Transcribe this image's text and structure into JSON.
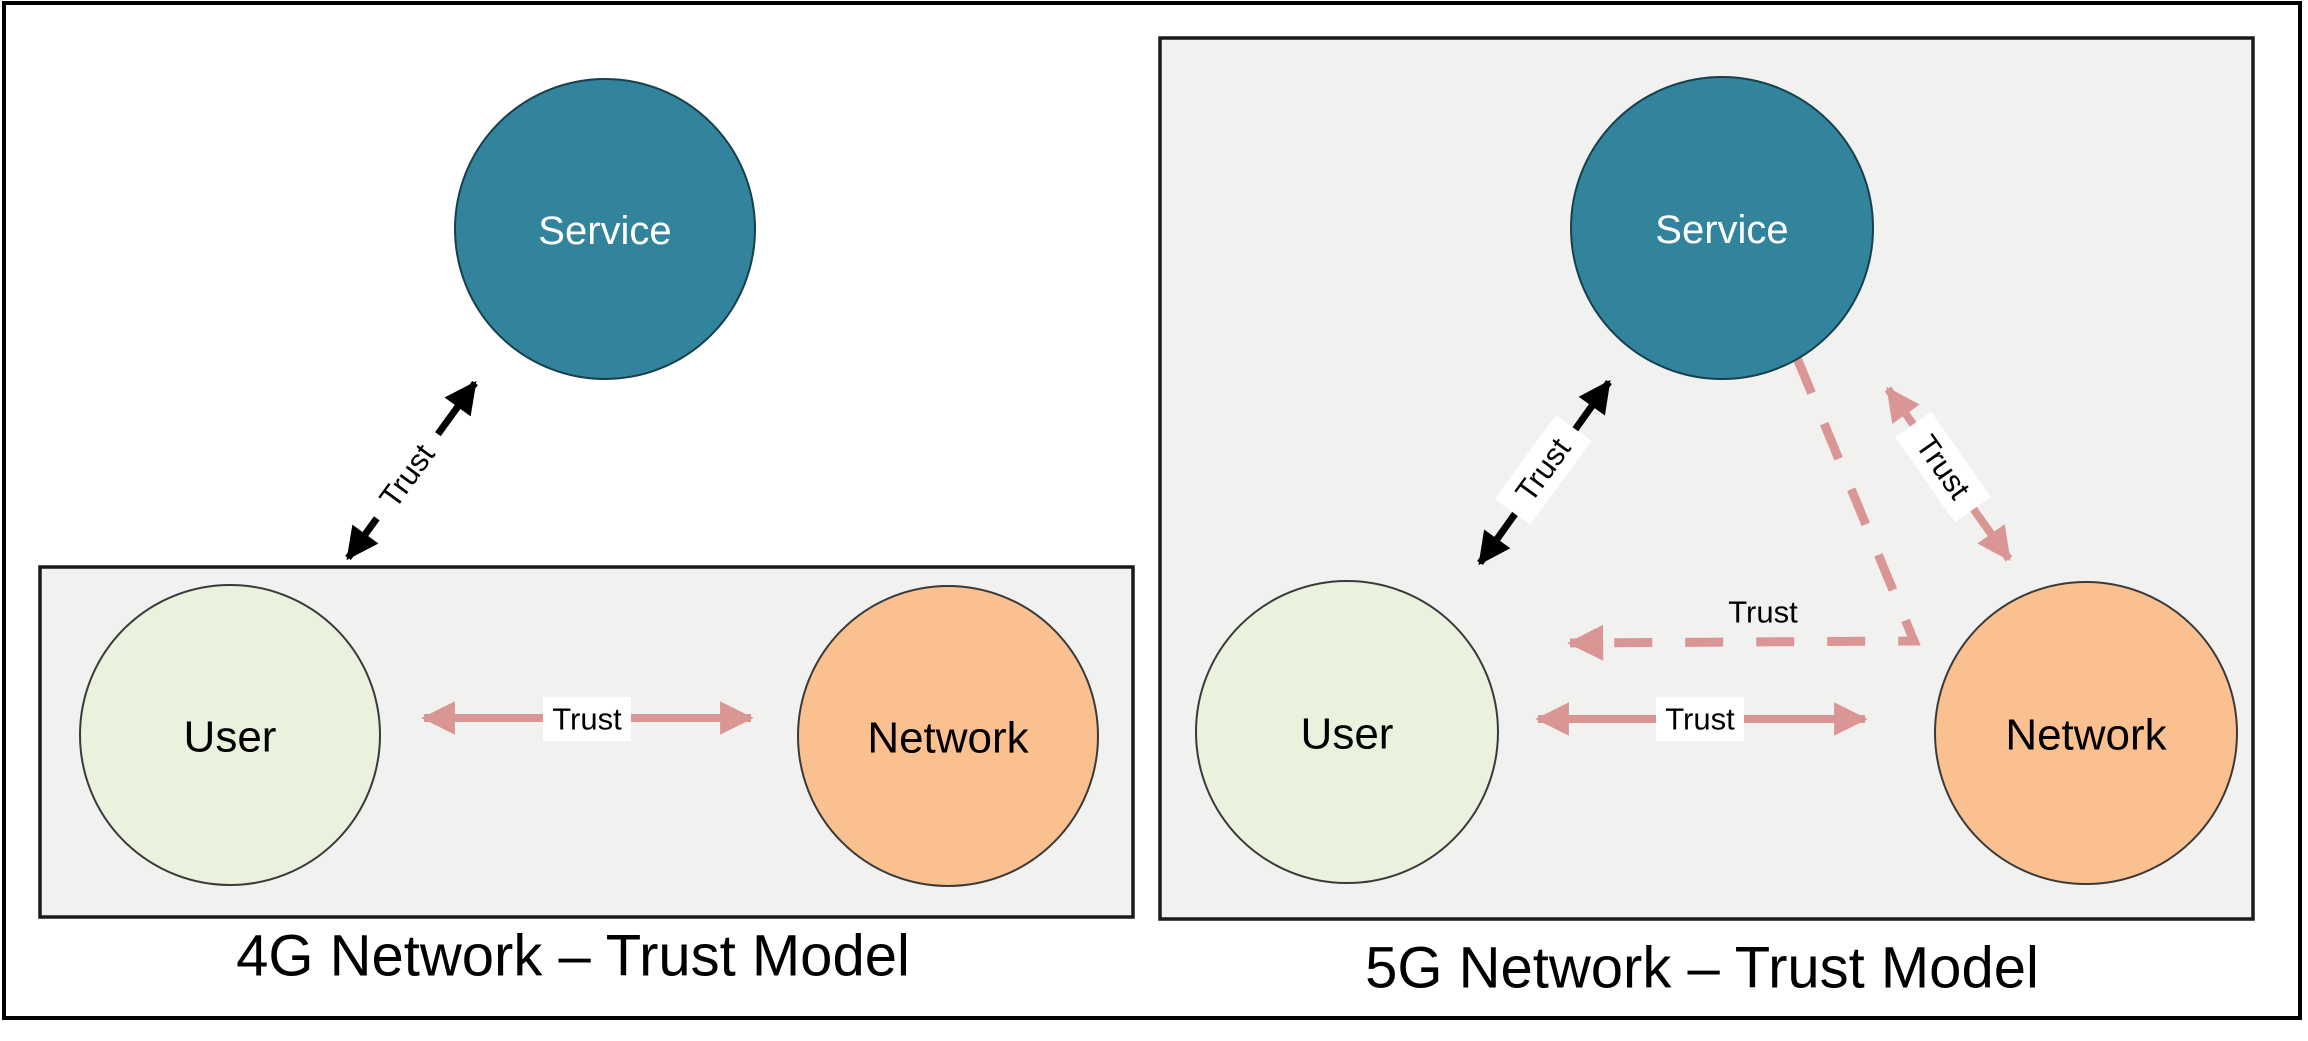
{
  "diagram": {
    "panels": {
      "left": {
        "caption": "4G Network – Trust Model",
        "nodes": {
          "service": "Service",
          "user": "User",
          "network": "Network"
        },
        "edges": {
          "user_service": "Trust",
          "user_network": "Trust"
        }
      },
      "right": {
        "caption": "5G Network – Trust Model",
        "nodes": {
          "service": "Service",
          "user": "User",
          "network": "Network"
        },
        "edges": {
          "user_service": "Trust",
          "user_network": "Trust",
          "network_service": "Trust",
          "network_to_user_dashed": "Trust"
        }
      }
    },
    "colors": {
      "service_fill": "#31849B",
      "user_fill": "#EAF1DD",
      "network_fill": "#FAC090",
      "trust_arrow": "#D99694",
      "direct_trust_arrow": "#000000",
      "panel_fill": "#F1F1F0",
      "label_patch": "#FFFFFF",
      "outer_border": "#000000"
    }
  }
}
